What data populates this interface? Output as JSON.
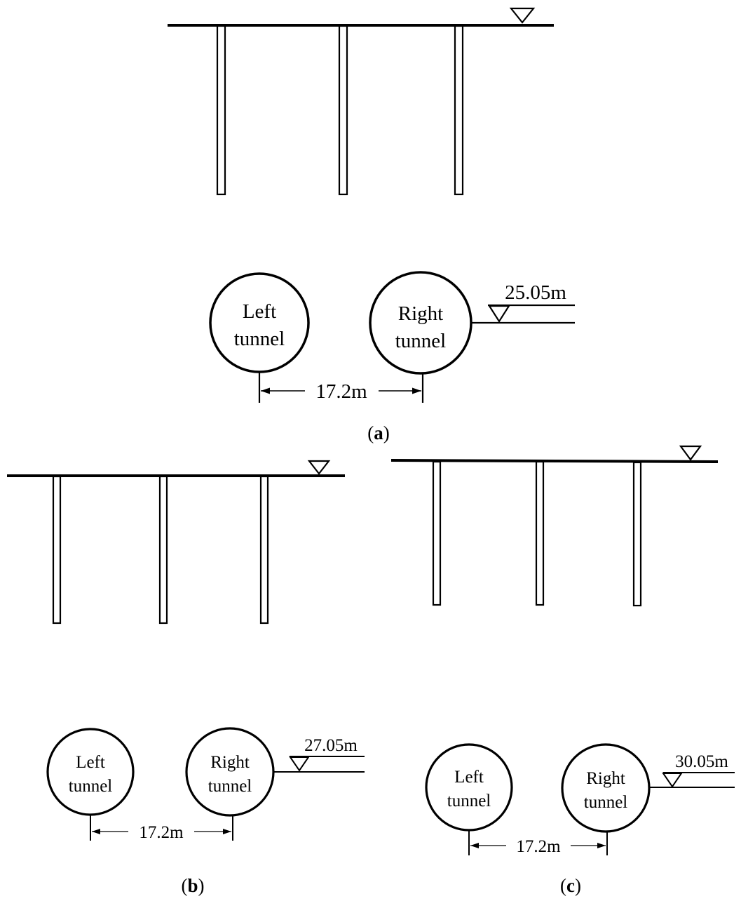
{
  "panels": [
    {
      "id": "a",
      "caption_open": "(",
      "caption_letter": "a",
      "caption_close": ")",
      "left_tunnel": {
        "line1": "Left",
        "line2": "tunnel"
      },
      "right_tunnel": {
        "line1": "Right",
        "line2": "tunnel"
      },
      "spacing_label": "17.2m",
      "depth_label": "25.05m"
    },
    {
      "id": "b",
      "caption_open": "(",
      "caption_letter": "b",
      "caption_close": ")",
      "left_tunnel": {
        "line1": "Left",
        "line2": "tunnel"
      },
      "right_tunnel": {
        "line1": "Right",
        "line2": "tunnel"
      },
      "spacing_label": "17.2m",
      "depth_label": "27.05m"
    },
    {
      "id": "c",
      "caption_open": "(",
      "caption_letter": "c",
      "caption_close": ")",
      "left_tunnel": {
        "line1": "Left",
        "line2": "tunnel"
      },
      "right_tunnel": {
        "line1": "Right",
        "line2": "tunnel"
      },
      "spacing_label": "17.2m",
      "depth_label": "30.05m"
    }
  ]
}
